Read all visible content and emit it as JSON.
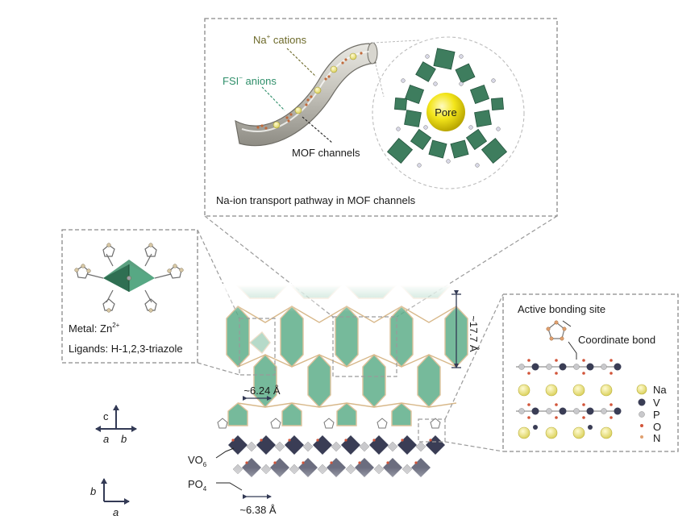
{
  "top_panel": {
    "cations_label": "Na",
    "cations_sup": "+",
    "cations_suffix": " cations",
    "anions_label": "FSI",
    "anions_sup": "−",
    "anions_suffix": " anions",
    "channels_label": "MOF channels",
    "pore_label": "Pore",
    "caption": "Na-ion transport pathway in MOF channels"
  },
  "left_panel": {
    "metal_prefix": "Metal: Zn",
    "metal_sup": "2+",
    "ligands": "Ligands: H-1,2,3-triazole"
  },
  "right_panel": {
    "active_site": "Active bonding site",
    "coordinate_bond": "Coordinate bond",
    "legend": [
      {
        "label": "Na",
        "color": "#e8e07a"
      },
      {
        "label": "V",
        "color": "#3a3d55"
      },
      {
        "label": "P",
        "color": "#c9c9cc"
      },
      {
        "label": "O",
        "color": "#d2553a"
      },
      {
        "label": "N",
        "color": "#e0a070"
      }
    ]
  },
  "dimensions": {
    "height": "~17.7 Å",
    "pore_width": "~6.24 Å",
    "lattice_width": "~6.38 Å"
  },
  "polyhedra": {
    "vo6_main": "VO",
    "vo6_sub": "6",
    "po4_main": "PO",
    "po4_sub": "4"
  },
  "axes": {
    "upper": {
      "vertical": "c",
      "left": "a",
      "right": "b"
    },
    "lower": {
      "vertical": "b",
      "horizontal": "a"
    }
  },
  "colors": {
    "mof_green": "#3e9a73",
    "channel_gray": "#b9b7b0",
    "pore_yellow": "#f3e51a",
    "text_olive": "#6d6a2a",
    "text_teal": "#2f8f6a",
    "vo6_dark": "#3a3d55"
  }
}
